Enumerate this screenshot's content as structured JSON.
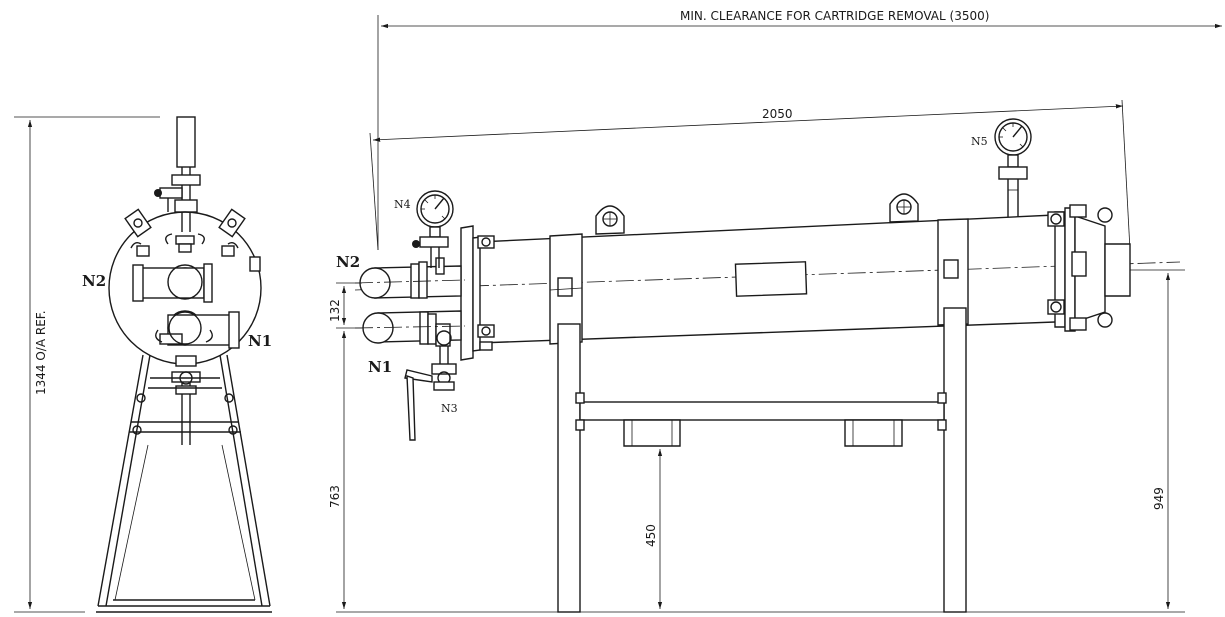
{
  "dimensions": {
    "clearance": "MIN. CLEARANCE FOR CARTRIDGE REMOVAL (3500)",
    "overall_length": "2050",
    "overall_height": "1344 O/A REF.",
    "nozzle_spacing": "132",
    "n1_height": "763",
    "frame_height": "450",
    "outlet_height": "949"
  },
  "nozzles": {
    "end_view_n1": "N1",
    "end_view_n2": "N2",
    "side_n1": "N1",
    "side_n2": "N2",
    "side_n3": "N3",
    "side_n4": "N4",
    "side_n5": "N5"
  },
  "icons": {
    "gauge": "pressure-gauge-icon",
    "drain_valve": "valve-handle-icon",
    "lifting_lug": "lifting-lug-icon"
  },
  "colors": {
    "line": "#1a1a1a",
    "background": "#ffffff"
  }
}
